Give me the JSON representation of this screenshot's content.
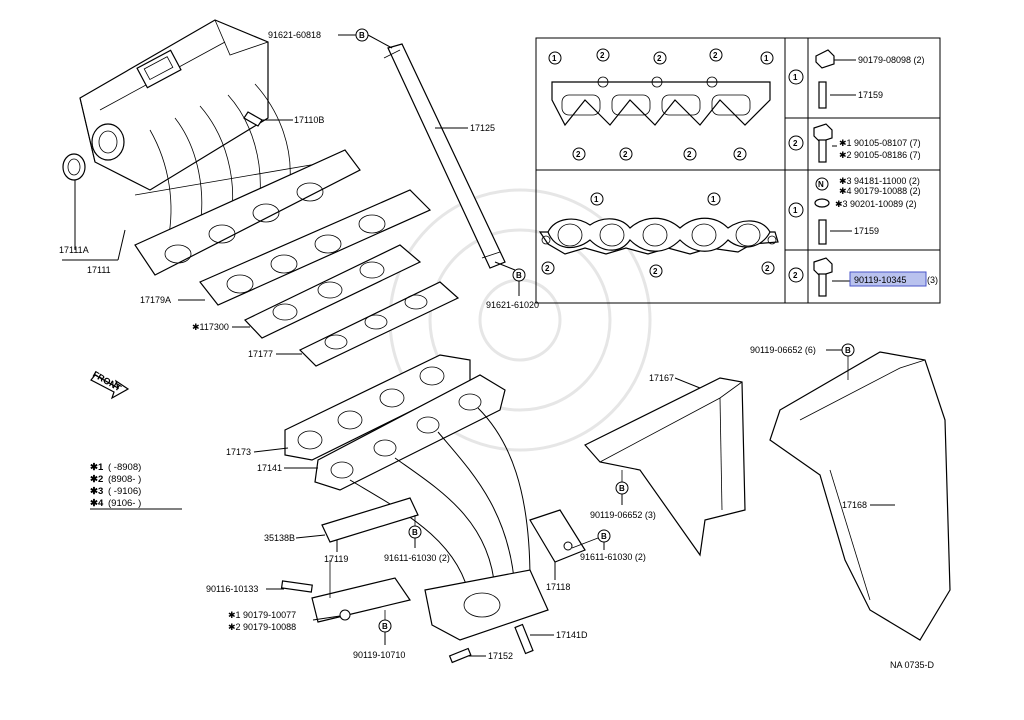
{
  "labels": {
    "p91621_60818": "91621-60818",
    "p17110B": "17110B",
    "p17125": "17125",
    "p17111A": "17111A",
    "p17111": "17111",
    "p17179A": "17179A",
    "p117300": "✱117300",
    "p17177": "17177",
    "p91621_61020": "91621-61020",
    "front": "FRONT",
    "p17173": "17173",
    "p17141": "17141",
    "p17167": "17167",
    "p90119_06652_6": "90119-06652 (6)",
    "p17168": "17168",
    "p90119_06652_3": "90119-06652 (3)",
    "p35138B": "35138B",
    "p17119": "17119",
    "p91611_61030_2a": "91611-61030 (2)",
    "p17118": "17118",
    "p91611_61030_2b": "91611-61030 (2)",
    "p90116_10133": "90116-10133",
    "p90179_10077": "✱1 90179-10077",
    "p90179_10088": "✱2 90179-10088",
    "p90119_10710": "90119-10710",
    "p17141D": "17141D",
    "p17152": "17152",
    "footer": "NA  0735-D"
  },
  "legend": [
    {
      "key": "✱1",
      "value": "(      -8908)"
    },
    {
      "key": "✱2",
      "value": "(8908-       )"
    },
    {
      "key": "✱3",
      "value": "(      -9106)"
    },
    {
      "key": "✱4",
      "value": "(9106-       )"
    }
  ],
  "table": {
    "row1": {
      "index": "1",
      "lines": [
        "90179-08098 (2)",
        "17159"
      ]
    },
    "row2": {
      "index": "2",
      "lines": [
        "✱1 90105-08107 (7)",
        "✱2 90105-08186 (7)"
      ]
    },
    "row3": {
      "index": "1",
      "lines": [
        "✱3 94181-11000 (2)",
        "✱4 90179-10088 (2)",
        "✱3 90201-10089 (2)",
        "17159"
      ]
    },
    "row4": {
      "index": "2",
      "part": "90119-10345",
      "qty": "(3)",
      "highlight_color": "#b9c2ee"
    }
  },
  "gasket_markers": {
    "top": [
      "1",
      "2",
      "2",
      "2",
      "1"
    ],
    "mid": [
      "2",
      "2",
      "2",
      "2"
    ],
    "low_top": [
      "1",
      "1"
    ],
    "low_bottom": [
      "2",
      "2",
      "2"
    ]
  },
  "circle_b": "B",
  "circle_n": "N"
}
